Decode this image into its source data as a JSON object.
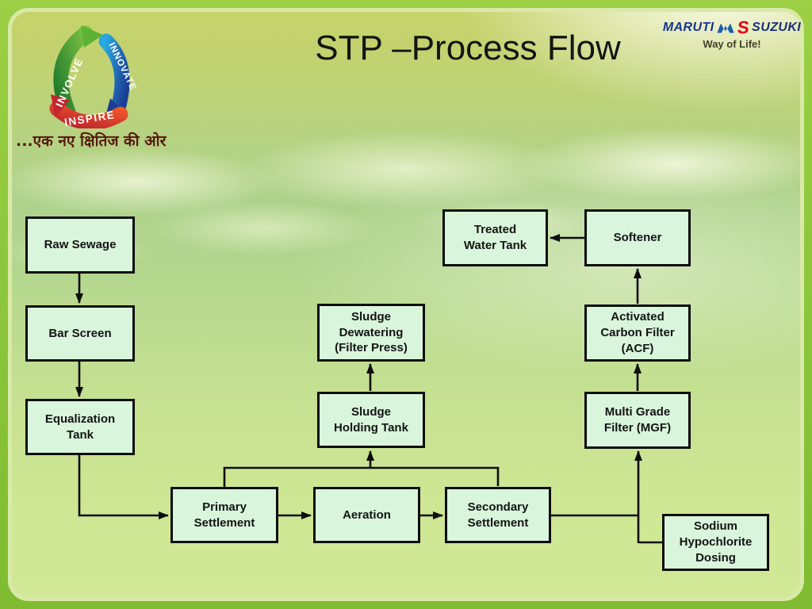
{
  "slide": {
    "title": "STP –Process Flow"
  },
  "branding": {
    "triangle_logo": {
      "words": [
        "INVOLVE",
        "INNOVATE",
        "INSPIRE"
      ],
      "tagline": "...एक नए क्षितिज की ओर"
    },
    "maruti_suzuki": {
      "maruti": "MARUTI",
      "suzuki": "SUZUKI",
      "slogan": "Way of Life!"
    }
  },
  "colors": {
    "frame_green": "#8ec73d",
    "inner_border": "#d9e9a8",
    "node_fill": "#d9f5dc",
    "node_border": "#0d0d0d",
    "maruti_blue": "#16368c",
    "suzuki_red": "#e3001b",
    "tagline_maroon": "#581910"
  },
  "diagram": {
    "nodes": {
      "raw_sewage": {
        "label": "Raw Sewage"
      },
      "bar_screen": {
        "label": "Bar Screen"
      },
      "equalization_tank": {
        "label": "Equalization\nTank"
      },
      "primary_settlement": {
        "label": "Primary\nSettlement"
      },
      "aeration": {
        "label": "Aeration"
      },
      "secondary_settlement": {
        "label": "Secondary\nSettlement"
      },
      "sludge_holding_tank": {
        "label": "Sludge\nHolding Tank"
      },
      "sludge_dewatering": {
        "label": "Sludge\nDewatering\n(Filter Press)"
      },
      "multi_grade_filter": {
        "label": "Multi Grade\nFilter (MGF)"
      },
      "activated_carbon_filter": {
        "label": "Activated\nCarbon Filter\n(ACF)"
      },
      "softener": {
        "label": "Softener"
      },
      "treated_water_tank": {
        "label": "Treated\nWater Tank"
      },
      "sodium_hypochlorite": {
        "label": "Sodium\nHypochlorite\nDosing"
      }
    },
    "edges": [
      {
        "from": "Raw Sewage",
        "to": "Bar Screen"
      },
      {
        "from": "Bar Screen",
        "to": "Equalization Tank"
      },
      {
        "from": "Equalization Tank",
        "to": "Primary Settlement"
      },
      {
        "from": "Primary Settlement",
        "to": "Aeration"
      },
      {
        "from": "Aeration",
        "to": "Secondary Settlement"
      },
      {
        "from": "Primary Settlement",
        "to": "Sludge Holding Tank"
      },
      {
        "from": "Secondary Settlement",
        "to": "Sludge Holding Tank"
      },
      {
        "from": "Sludge Holding Tank",
        "to": "Sludge Dewatering (Filter Press)"
      },
      {
        "from": "Secondary Settlement",
        "to": "Multi Grade Filter (MGF)"
      },
      {
        "from": "Sodium Hypochlorite Dosing",
        "to": "Multi Grade Filter (MGF)"
      },
      {
        "from": "Multi Grade Filter (MGF)",
        "to": "Activated Carbon Filter (ACF)"
      },
      {
        "from": "Activated Carbon Filter (ACF)",
        "to": "Softener"
      },
      {
        "from": "Softener",
        "to": "Treated Water Tank"
      }
    ]
  }
}
